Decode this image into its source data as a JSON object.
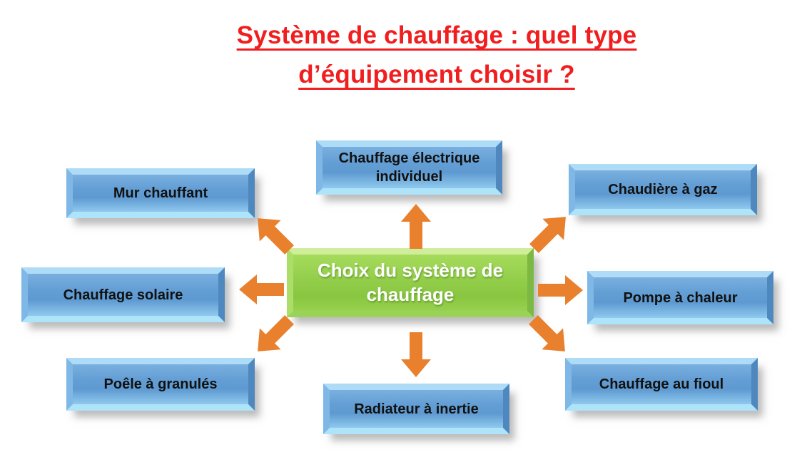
{
  "title": {
    "line1": "Système de chauffage : quel type",
    "line2": "d’équipement choisir ?"
  },
  "center": {
    "label": "Choix du système de chauffage"
  },
  "nodes": [
    {
      "id": "mur-chauffant",
      "label": "Mur chauffant"
    },
    {
      "id": "chauffage-electrique-individuel",
      "label": "Chauffage électrique individuel"
    },
    {
      "id": "chaudiere-a-gaz",
      "label": "Chaudière à gaz"
    },
    {
      "id": "chauffage-solaire",
      "label": "Chauffage solaire"
    },
    {
      "id": "pompe-a-chaleur",
      "label": "Pompe à chaleur"
    },
    {
      "id": "poele-a-granules",
      "label": "Poêle à granulés"
    },
    {
      "id": "radiateur-a-inertie",
      "label": "Radiateur à inertie"
    },
    {
      "id": "chauffage-au-fioul",
      "label": "Chauffage au fioul"
    }
  ],
  "arrows": [
    {
      "name": "arrow-up-icon",
      "direction": "up"
    },
    {
      "name": "arrow-down-icon",
      "direction": "down"
    },
    {
      "name": "arrow-left-icon",
      "direction": "left"
    },
    {
      "name": "arrow-right-icon",
      "direction": "right"
    },
    {
      "name": "arrow-up-left-icon",
      "direction": "up-left"
    },
    {
      "name": "arrow-up-right-icon",
      "direction": "up-right"
    },
    {
      "name": "arrow-down-left-icon",
      "direction": "down-left"
    },
    {
      "name": "arrow-down-right-icon",
      "direction": "down-right"
    }
  ],
  "colors": {
    "background": "#FFFFFF",
    "title-red": "#F01E1E",
    "arrow-orange": "#E8802E",
    "node-text": "#111111",
    "center-text": "#FFFFFF",
    "blue-face": "#639ED4",
    "blue-face-light": "#7AB0E0",
    "blue-bevel-top": "#AEDCF7",
    "blue-bevel-left": "#7FB7E6",
    "blue-bevel-right": "#4F88BF",
    "blue-bevel-bottom": "#AEE4FA",
    "green-face": "#93CE4B",
    "green-face-light": "#A6DB5B",
    "green-bevel-top": "#D0ED9C",
    "green-bevel-left": "#ABDE68",
    "green-bevel-right": "#7CB943",
    "green-bevel-bottom": "#9BD35A"
  }
}
